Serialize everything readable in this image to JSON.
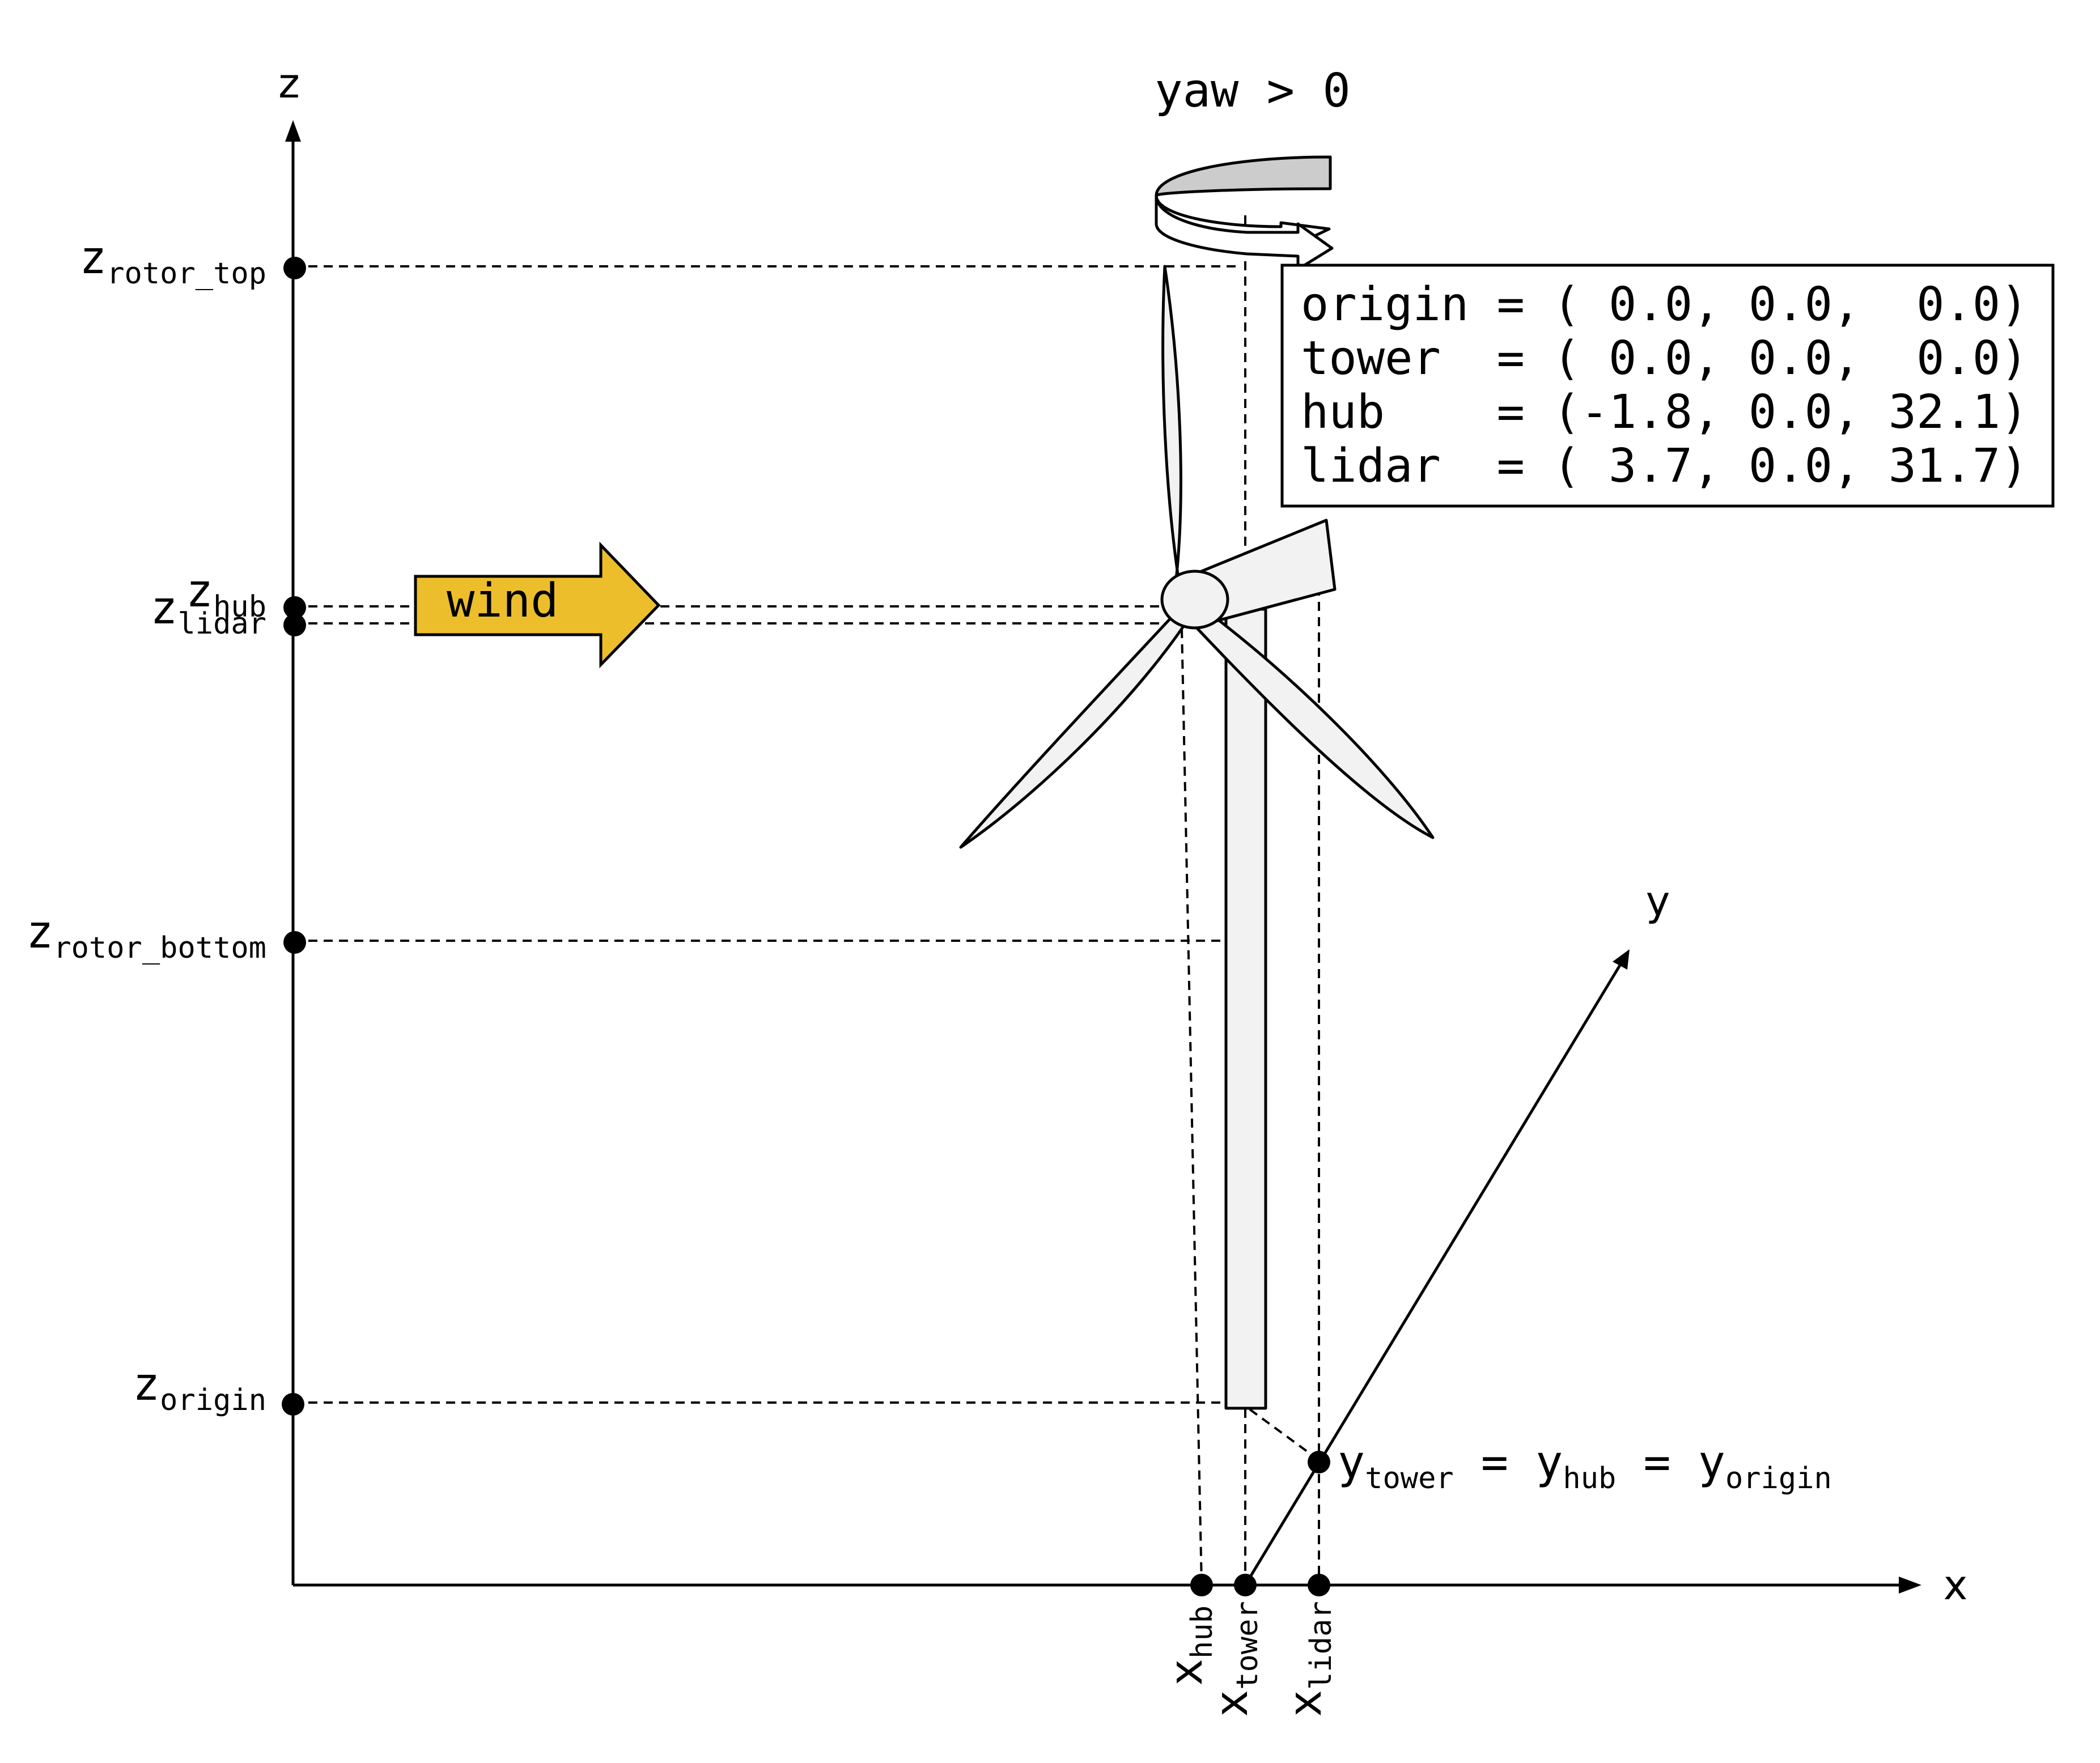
{
  "axes": {
    "z_label": "z",
    "x_label": "x",
    "y_label": "y"
  },
  "z_markers": [
    {
      "base": "z",
      "sub": "rotor_top"
    },
    {
      "base": "z",
      "sub": "hub"
    },
    {
      "base": "z",
      "sub": "lidar"
    },
    {
      "base": "z",
      "sub": "rotor_bottom"
    },
    {
      "base": "z",
      "sub": "origin"
    }
  ],
  "x_markers": [
    {
      "base": "x",
      "sub": "hub"
    },
    {
      "base": "x",
      "sub": "tower"
    },
    {
      "base": "x",
      "sub": "lidar"
    }
  ],
  "y_relation": [
    {
      "base": "y",
      "sub": "tower"
    },
    {
      "base": " = ",
      "sub": ""
    },
    {
      "base": "y",
      "sub": "hub"
    },
    {
      "base": " = ",
      "sub": ""
    },
    {
      "base": "y",
      "sub": "origin"
    }
  ],
  "wind_label": "wind",
  "yaw_label": "yaw > 0",
  "coords_box": {
    "lines": [
      "origin = ( 0.0, 0.0,  0.0)",
      "tower  = ( 0.0, 0.0,  0.0)",
      "hub    = (-1.8, 0.0, 32.1)",
      "lidar  = ( 3.7, 0.0, 31.7)"
    ]
  },
  "colors": {
    "wind_arrow": "#EDBE2C",
    "turbine_fill": "#F2F2F2",
    "yaw_band": "#CCCCCC"
  }
}
